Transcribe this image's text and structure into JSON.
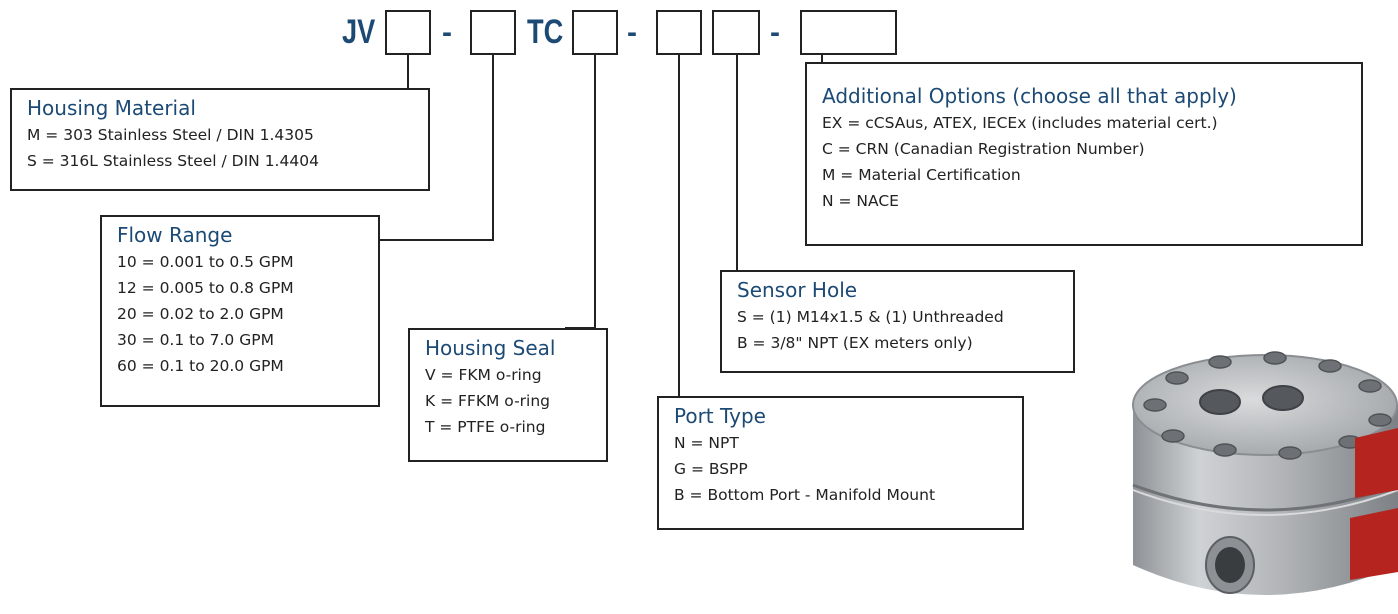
{
  "part_number": {
    "prefix": "JV",
    "middle": "TC",
    "dash": "-"
  },
  "boxes": {
    "housing_material": {
      "title": "Housing Material",
      "lines": [
        "M = 303 Stainless Steel / DIN 1.4305",
        "S = 316L Stainless Steel / DIN 1.4404"
      ]
    },
    "flow_range": {
      "title": "Flow Range",
      "lines": [
        "10 = 0.001 to 0.5 GPM",
        "12 = 0.005 to 0.8 GPM",
        "20 = 0.02 to 2.0 GPM",
        "30 = 0.1 to 7.0 GPM",
        "60 = 0.1 to 20.0 GPM"
      ]
    },
    "housing_seal": {
      "title": "Housing Seal",
      "lines": [
        "V = FKM o-ring",
        "K = FFKM o-ring",
        "T = PTFE o-ring"
      ]
    },
    "port_type": {
      "title": "Port Type",
      "lines": [
        "N = NPT",
        "G = BSPP",
        "B = Bottom Port - Manifold Mount"
      ]
    },
    "sensor_hole": {
      "title": "Sensor Hole",
      "lines": [
        "S = (1) M14x1.5 & (1) Unthreaded",
        "B = 3/8\" NPT (EX meters only)"
      ]
    },
    "additional_options": {
      "title": "Additional Options (choose all that apply)",
      "lines": [
        "EX = cCSAus, ATEX, IECEx (includes material cert.)",
        "C = CRN (Canadian Registration Number)",
        "M = Material Certification",
        "N = NACE"
      ]
    }
  },
  "colors": {
    "heading": "#1c4a75",
    "border": "#222222",
    "steel": "#b9bcbf",
    "label_red": "#b5241f"
  },
  "icons": [
    "flow-meter-photo"
  ]
}
